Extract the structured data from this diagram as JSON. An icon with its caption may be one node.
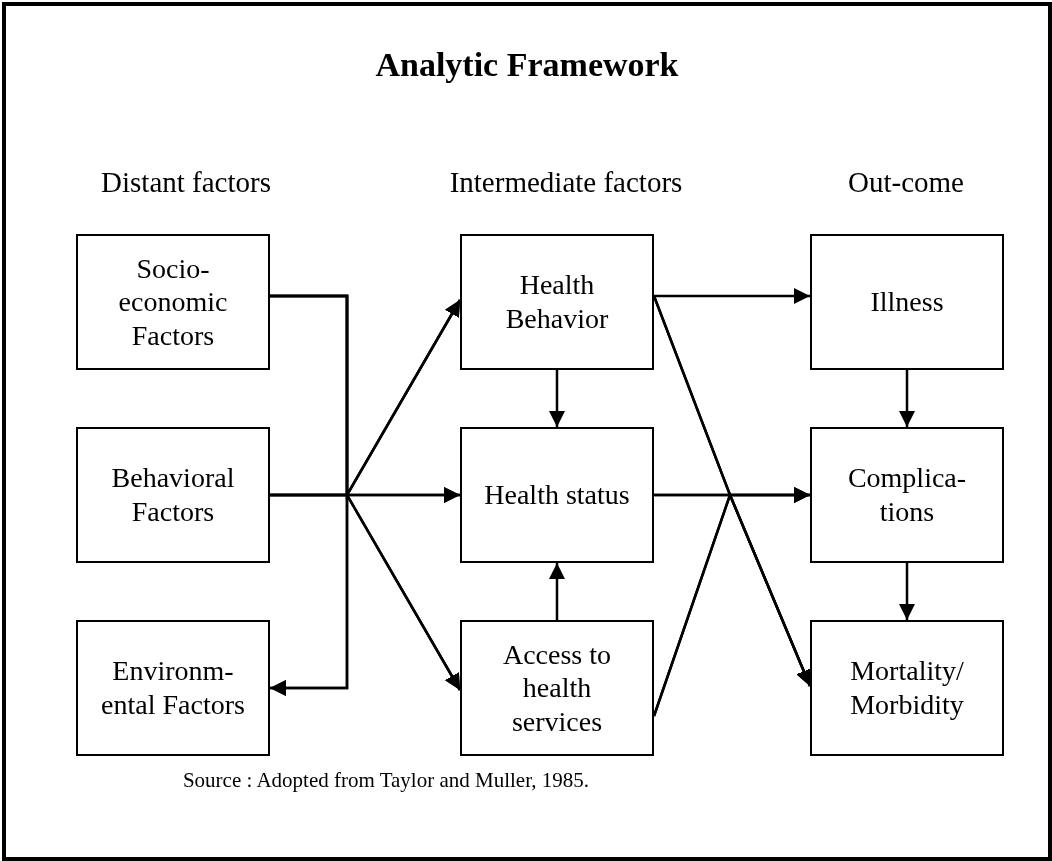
{
  "diagram": {
    "title": "Analytic Framework",
    "caption": "Source : Adopted from Taylor and Muller, 1985.",
    "labels": [
      "Distant factors",
      "Intermediate factors",
      "Out-come"
    ],
    "nodes": [
      {
        "text": [
          "Socio-economic Factors"
        ]
      },
      {
        "text": [
          "Behavioral Factors"
        ]
      },
      {
        "text": [
          "Environm-ental Factors"
        ]
      },
      {
        "text": [
          "Health Behavior"
        ]
      },
      {
        "text": [
          "Health status"
        ]
      },
      {
        "text": [
          "Access to health services"
        ]
      },
      {
        "text": [
          "Illness"
        ]
      },
      {
        "text": [
          "Complica-tions"
        ]
      },
      {
        "text": [
          "Mortality/ Morbidity"
        ]
      }
    ],
    "edges": [
      {
        "from": 0,
        "to": 3,
        "arrow": "to"
      },
      {
        "from": 0,
        "to": 4,
        "arrow": "to"
      },
      {
        "from": 0,
        "to": 5,
        "arrow": "to"
      },
      {
        "from": 0,
        "to": 2,
        "arrow": "to"
      },
      {
        "from": 1,
        "to": 3,
        "arrow": "to"
      },
      {
        "from": 1,
        "to": 4,
        "arrow": "to"
      },
      {
        "from": 1,
        "to": 5,
        "arrow": "to"
      },
      {
        "from": 1,
        "to": 2,
        "arrow": "to"
      },
      {
        "from": 3,
        "to": 6,
        "arrow": "to"
      },
      {
        "from": 3,
        "to": 4,
        "arrow": "to"
      },
      {
        "from": 5,
        "to": 4,
        "arrow": "to"
      },
      {
        "from": 3,
        "to": 7,
        "arrow": "to"
      },
      {
        "from": 4,
        "to": 7,
        "arrow": "to"
      },
      {
        "from": 5,
        "to": 7,
        "arrow": "to"
      },
      {
        "from": 3,
        "to": 8,
        "arrow": "to"
      },
      {
        "from": 4,
        "to": 8,
        "arrow": "to"
      },
      {
        "from": 5,
        "to": 8,
        "arrow": "to"
      },
      {
        "from": 6,
        "to": 7,
        "arrow": "to"
      },
      {
        "from": 7,
        "to": 8,
        "arrow": "to"
      }
    ]
  }
}
